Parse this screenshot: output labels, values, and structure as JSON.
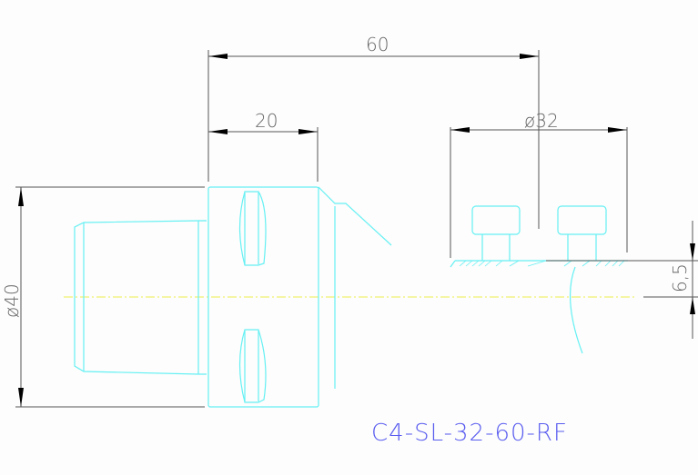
{
  "drawing": {
    "part_code": "C4-SL-32-60-RF",
    "colors": {
      "background": "#fcfdfc",
      "part_outline": "#66f0f4",
      "dimension_lines": "#555555",
      "centerline": "#f0f050",
      "part_label": "#5a5cf0"
    },
    "dimensions": {
      "overall_length": "60",
      "flange_length": "20",
      "clamp_diameter": "ø32",
      "body_diameter": "ø40",
      "offset_height": "6,5"
    }
  }
}
